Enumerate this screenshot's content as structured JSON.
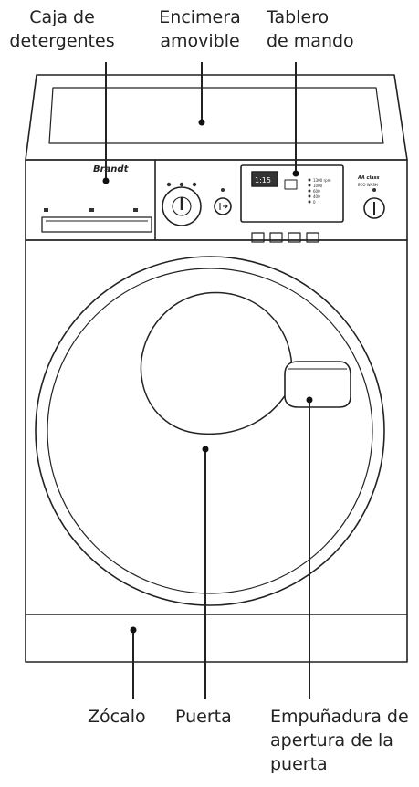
{
  "labels": {
    "detergent_box": [
      "Caja de",
      "detergentes"
    ],
    "worktop": [
      "Encimera",
      "amovible"
    ],
    "control_panel": [
      "Tablero",
      "de mando"
    ],
    "plinth": [
      "Zócalo"
    ],
    "door": [
      "Puerta"
    ],
    "handle": [
      "Empuñadura de",
      "apertura de la",
      "puerta"
    ]
  },
  "panel": {
    "brand": "Brandt",
    "display": "1:15",
    "spin_options": [
      "1300 rpm",
      "1000",
      "600",
      "400",
      "0"
    ],
    "energy_badge": "AA class",
    "eco_label": "ECO WASH"
  }
}
